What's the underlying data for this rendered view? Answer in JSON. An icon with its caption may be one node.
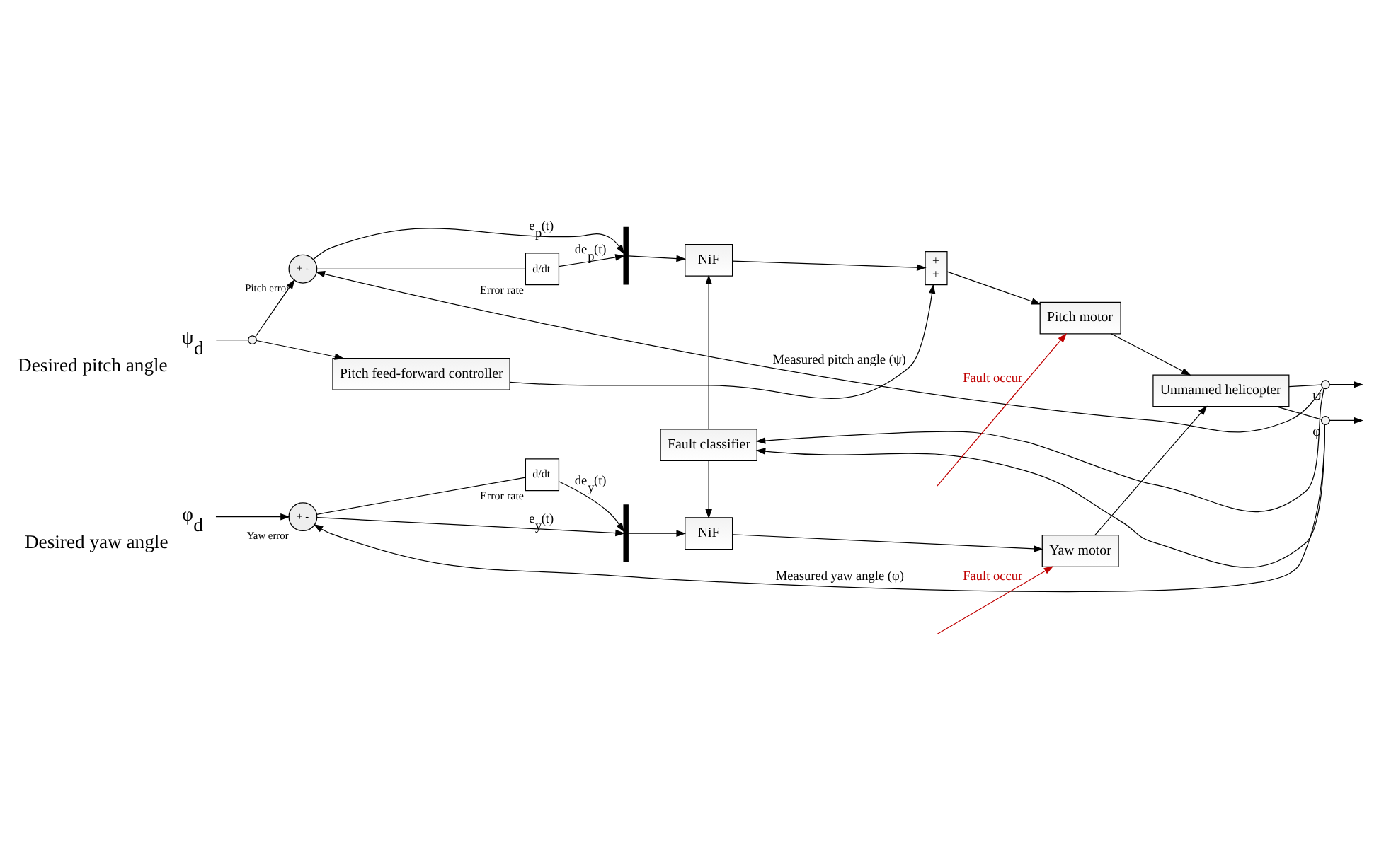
{
  "diagram": {
    "nodes": [
      {
        "text": [
          "ψ$_{d}$"
        ],
        "beside": [
          "Desired pitch angle"
        ]
      },
      {
        "text": [],
        "shape": "circle"
      },
      {
        "text": [
          "+",
          "-"
        ],
        "beside": [
          "Pitch error"
        ]
      },
      {
        "text": [
          "d/dt"
        ],
        "beside": [
          "Error rate"
        ]
      },
      {
        "text": [],
        "shape": "bar"
      },
      {
        "text": [
          "Pitch feed-forward controller"
        ]
      },
      {
        "text": [
          "NiF"
        ]
      },
      {
        "text": [
          "+",
          "+"
        ]
      },
      {
        "text": [
          "Pitch motor"
        ]
      },
      {
        "text": [
          "Fault classifier"
        ]
      },
      {
        "text": [
          "Unmanned helicopter"
        ]
      },
      {
        "text": [],
        "shape": "circle",
        "beside": [
          "ψ"
        ]
      },
      {
        "text": [
          "φ$_{d}$"
        ],
        "beside": [
          "Desired yaw angle"
        ]
      },
      {
        "text": [
          "+",
          "-"
        ],
        "beside": [
          "Yaw error"
        ]
      },
      {
        "text": [
          "d/dt"
        ],
        "beside": [
          "Error rate"
        ]
      },
      {
        "text": [],
        "shape": "bar"
      },
      {
        "text": [
          "NiF"
        ]
      },
      {
        "text": [
          "Yaw motor"
        ]
      },
      {
        "text": [],
        "shape": "circle",
        "beside": [
          "φ"
        ]
      }
    ],
    "edges": [
      {
        "from": 0,
        "to": 1,
        "arrow": "none"
      },
      {
        "from": 1,
        "to": 2,
        "arrow": "to"
      },
      {
        "from": 1,
        "to": 5,
        "arrow": "to"
      },
      {
        "from": 11,
        "to": 2,
        "arrow": "to",
        "label": "Measured pitch angle (ψ)"
      },
      {
        "from": 2,
        "to": 4,
        "arrow": "to",
        "label": "e$_{p}$(t)"
      },
      {
        "from": 2,
        "to": 3,
        "arrow": "none"
      },
      {
        "from": 3,
        "to": 4,
        "arrow": "to",
        "label": "de$_{p}$(t)"
      },
      {
        "from": 4,
        "to": 6,
        "arrow": "to"
      },
      {
        "from": 5,
        "to": 7,
        "arrow": "to"
      },
      {
        "from": 6,
        "to": 7,
        "arrow": "to"
      },
      {
        "from": 7,
        "to": 8,
        "arrow": "to"
      },
      {
        "from": null,
        "to": 8,
        "arrow": "to",
        "label": "Fault occur",
        "color": "#c00000"
      },
      {
        "from": 8,
        "to": 10,
        "arrow": "to"
      },
      {
        "from": 10,
        "to": 11,
        "arrow": "none"
      },
      {
        "from": 11,
        "to": null,
        "arrow": "to"
      },
      {
        "from": 11,
        "to": 9,
        "arrow": "to"
      },
      {
        "from": 9,
        "to": 6,
        "arrow": "to"
      },
      {
        "from": 9,
        "to": 16,
        "arrow": "to"
      },
      {
        "from": 12,
        "to": 13,
        "arrow": "to"
      },
      {
        "from": 13,
        "to": 15,
        "arrow": "to",
        "label": "e$_{y}$(t)"
      },
      {
        "from": 13,
        "to": 14,
        "arrow": "none"
      },
      {
        "from": 14,
        "to": 15,
        "arrow": "to",
        "label": "de$_{y}$(t)"
      },
      {
        "from": 15,
        "to": 16,
        "arrow": "to"
      },
      {
        "from": 16,
        "to": 17,
        "arrow": "to"
      },
      {
        "from": null,
        "to": 17,
        "arrow": "to",
        "label": "Fault occur",
        "color": "#c00000"
      },
      {
        "from": 17,
        "to": 10,
        "arrow": "to"
      },
      {
        "from": 10,
        "to": 18,
        "arrow": "none"
      },
      {
        "from": 18,
        "to": null,
        "arrow": "to"
      },
      {
        "from": 18,
        "to": 9,
        "arrow": "to"
      },
      {
        "from": 18,
        "to": 13,
        "arrow": "to",
        "label": "Measured yaw angle (φ)"
      }
    ]
  }
}
